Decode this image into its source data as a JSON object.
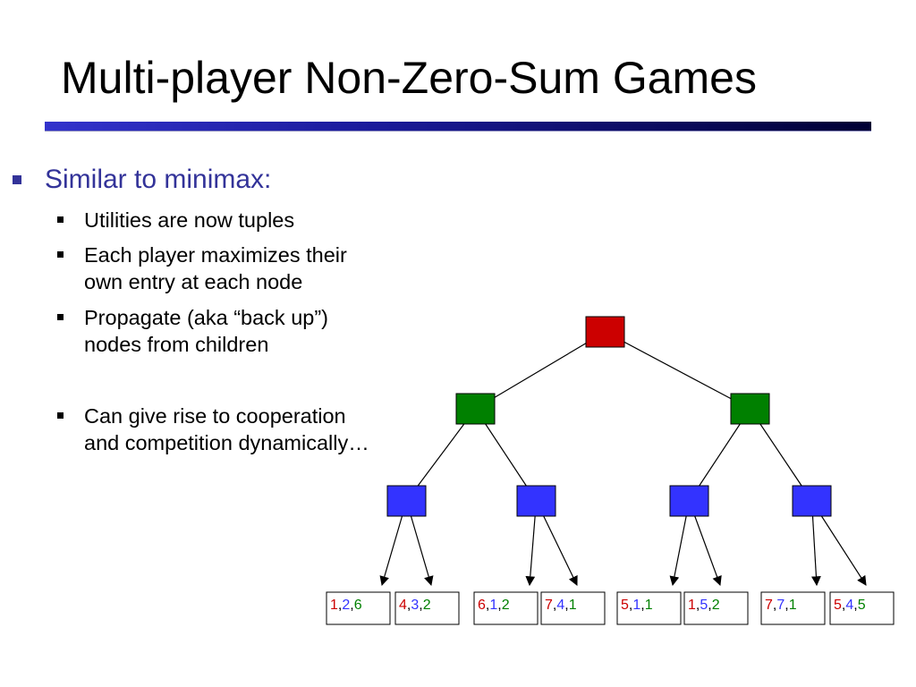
{
  "slide": {
    "title": "Multi-player Non-Zero-Sum Games",
    "main_bullet": "Similar to minimax:",
    "sub_bullets": [
      {
        "lines": [
          "Utilities are now tuples"
        ]
      },
      {
        "lines": [
          "Each player maximizes their",
          "own entry at each node"
        ]
      },
      {
        "lines": [
          "Propagate (aka “back up”)",
          "nodes from children"
        ]
      },
      {
        "lines": [
          "Can give rise to cooperation",
          "and competition dynamically…"
        ]
      }
    ]
  },
  "colors": {
    "title_bar": "#1a1a9a",
    "bullet_blue": "#333399",
    "player1": "#cc0000",
    "player2": "#3333ff",
    "player3": "#008000",
    "node_root": "#cc0000",
    "node_level1": "#008000",
    "node_level2": "#3333ff"
  },
  "tree": {
    "root": {
      "player": 1
    },
    "level1": [
      {
        "player": 3
      },
      {
        "player": 3
      }
    ],
    "level2": [
      {
        "player": 2
      },
      {
        "player": 2
      },
      {
        "player": 2
      },
      {
        "player": 2
      }
    ],
    "leaves": [
      {
        "values": [
          "1",
          "2",
          "6"
        ]
      },
      {
        "values": [
          "4",
          "3",
          "2"
        ]
      },
      {
        "values": [
          "6",
          "1",
          "2"
        ]
      },
      {
        "values": [
          "7",
          "4",
          "1"
        ]
      },
      {
        "values": [
          "5",
          "1",
          "1"
        ]
      },
      {
        "values": [
          "1",
          "5",
          "2"
        ]
      },
      {
        "values": [
          "7",
          "7",
          "1"
        ]
      },
      {
        "values": [
          "5",
          "4",
          "5"
        ]
      }
    ]
  }
}
